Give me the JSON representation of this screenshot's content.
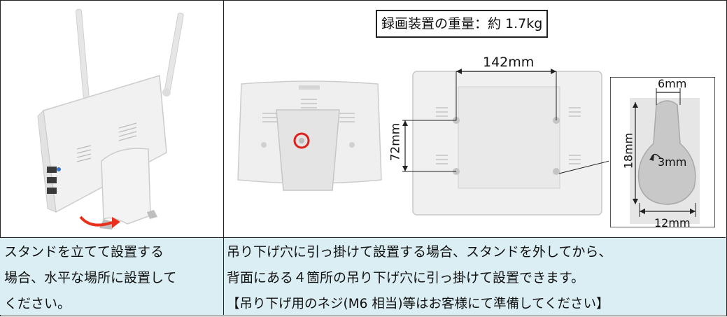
{
  "weight_label": "録画装置の重量：約 1.7kg",
  "dimensions": {
    "hole_spacing_horizontal": "142mm",
    "hole_spacing_vertical": "72mm",
    "hole_width_top": "6mm",
    "hole_height": "18mm",
    "hole_radius": "3mm",
    "hole_width_bottom": "12mm"
  },
  "left_caption": {
    "line1": "スタンドを立てて設置する",
    "line2": "場合、水平な場所に設置して",
    "line3": "ください。"
  },
  "right_caption": {
    "line1": "吊り下げ穴に引っ掛けて設置する場合、スタンドを外してから、",
    "line2": "背面にある４箇所の吊り下げ穴に引っ掛けて設置できます。",
    "line3": "【吊り下げ用のネジ(M6 相当)等はお客様にて準備してください】"
  },
  "colors": {
    "caption_bg": "#daeef3",
    "marker_red": "#e0201c",
    "arrow_red": "#e8301c",
    "device_white": "#eeeeee"
  }
}
